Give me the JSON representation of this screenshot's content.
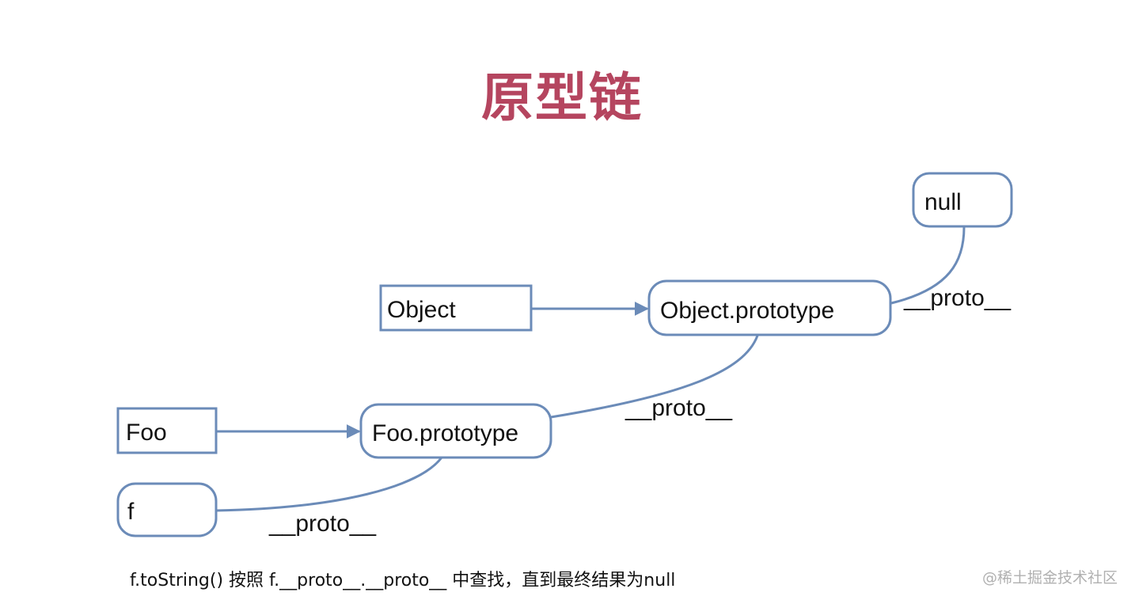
{
  "title": "原型链",
  "nodes": {
    "null_node": "null",
    "object": "Object",
    "object_prototype": "Object.prototype",
    "foo": "Foo",
    "foo_prototype": "Foo.prototype",
    "f": "f"
  },
  "edge_labels": {
    "object_prototype_proto": "__proto__",
    "foo_prototype_proto": "__proto__",
    "f_proto": "__proto__"
  },
  "caption": "f.toString()  按照 f.__proto__.__proto__ 中查找，直到最终结果为null",
  "watermark": "@稀土掘金技术社区",
  "colors": {
    "title": "#b5455f",
    "stroke": "#6b8bb8"
  }
}
